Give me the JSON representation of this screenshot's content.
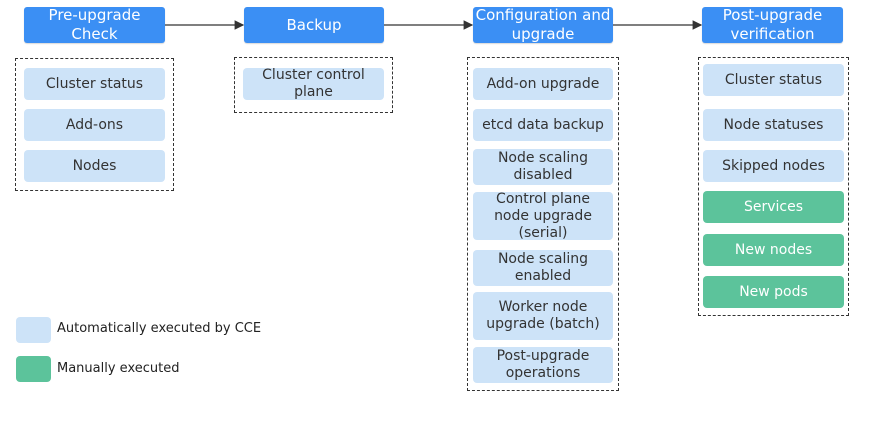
{
  "colors": {
    "header": "#3b8ff4",
    "automatic": "#cde3f8",
    "manual": "#5cc39b",
    "arrow": "#333333"
  },
  "stages": [
    {
      "title": "Pre-upgrade Check",
      "items": [
        {
          "label": "Cluster status",
          "type": "automatic"
        },
        {
          "label": "Add-ons",
          "type": "automatic"
        },
        {
          "label": "Nodes",
          "type": "automatic"
        }
      ]
    },
    {
      "title": "Backup",
      "items": [
        {
          "label": "Cluster control plane",
          "type": "automatic"
        }
      ]
    },
    {
      "title": "Configuration and upgrade",
      "items": [
        {
          "label": "Add-on upgrade",
          "type": "automatic"
        },
        {
          "label": "etcd data backup",
          "type": "automatic"
        },
        {
          "label": "Node scaling disabled",
          "type": "automatic"
        },
        {
          "label": "Control plane node upgrade (serial)",
          "type": "automatic"
        },
        {
          "label": "Node scaling enabled",
          "type": "automatic"
        },
        {
          "label": "Worker node upgrade (batch)",
          "type": "automatic"
        },
        {
          "label": "Post-upgrade operations",
          "type": "automatic"
        }
      ]
    },
    {
      "title": "Post-upgrade verification",
      "items": [
        {
          "label": "Cluster status",
          "type": "automatic"
        },
        {
          "label": "Node statuses",
          "type": "automatic"
        },
        {
          "label": "Skipped nodes",
          "type": "automatic"
        },
        {
          "label": "Services",
          "type": "manual"
        },
        {
          "label": "New nodes",
          "type": "manual"
        },
        {
          "label": "New pods",
          "type": "manual"
        }
      ]
    }
  ],
  "legend": {
    "automatic": "Automatically executed by CCE",
    "manual": "Manually executed"
  }
}
